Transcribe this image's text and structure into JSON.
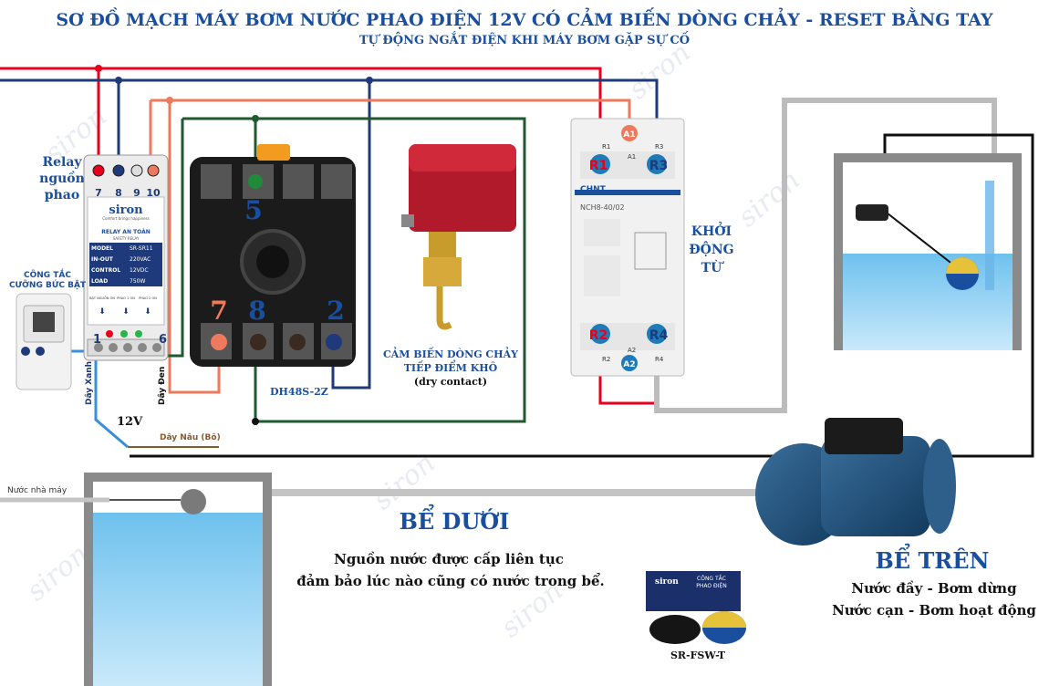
{
  "header": {
    "title": "SƠ ĐỒ MẠCH MÁY BƠM NƯỚC PHAO ĐIỆN 12V CÓ CẢM BIẾN DÒNG CHẢY - RESET BẰNG TAY",
    "subtitle": "TỰ ĐỘNG NGẮT ĐIỆN KHI MÁY BƠM GẶP SỰ CỐ"
  },
  "watermark": "siron",
  "relay": {
    "label_lines": [
      "Relay",
      "nguồn",
      "phao"
    ],
    "brand": "siron",
    "brand_sub": "Comfort brings happiness",
    "device_name": "RELAY AN TOÀN",
    "device_sub": "SAFETY RELAY",
    "spec_rows": [
      {
        "key": "MODEL",
        "value": "SR-SR11"
      },
      {
        "key": "IN-OUT",
        "value": "220VAC"
      },
      {
        "key": "CONTROL",
        "value": "12VDC"
      },
      {
        "key": "LOAD",
        "value": "750W"
      }
    ],
    "led_labels": [
      "BẬT NGUỒN ON",
      "PHAO 1 ON",
      "PHAO 2 ON"
    ],
    "top_terminals": [
      "7",
      "8",
      "9",
      "10"
    ],
    "bottom_left": "1",
    "bottom_right": "6"
  },
  "switch": {
    "label_line1": "CÔNG TẮC",
    "label_line2": "CƯỠNG BỨC BẬT"
  },
  "wire_labels": {
    "green_wire": "Dây Xanh",
    "black_wire": "Dây Đen",
    "voltage": "12V",
    "brown_wire": "Dây Nâu (Bô)"
  },
  "timer": {
    "model": "DH48S-2Z",
    "terminals": [
      "5",
      "7",
      "8",
      "2"
    ]
  },
  "flow_sensor": {
    "label_lines": [
      "CẢM BIẾN DÒNG CHẢY",
      "TIẾP ĐIỂM KHÔ",
      "(dry contact)"
    ]
  },
  "contactor": {
    "brand": "CHNT",
    "model": "NCH8-40/02",
    "terminals": {
      "r1_top": "R1",
      "r3_top": "R3",
      "a1": "A1",
      "r2_bottom": "R2",
      "r4_bottom": "R4",
      "a2": "A2"
    },
    "small_labels": {
      "r1": "R1",
      "r3": "R3",
      "a1": "A1",
      "r2": "R2",
      "r4": "R4",
      "a2": "A2"
    },
    "label_lines": [
      "KHỞI",
      "ĐỘNG",
      "TỪ"
    ]
  },
  "lower_tank": {
    "title": "BỂ DƯỚI",
    "desc_line1": "Nguồn nước được cấp liên tục",
    "desc_line2": "đảm bảo lúc nào cũng có nước trong bể.",
    "inlet_label": "Nước nhà máy"
  },
  "upper_tank": {
    "title": "BỂ TRÊN",
    "line1": "Nước đầy - Bơm dừng",
    "line2": "Nước cạn - Bơm hoạt động"
  },
  "product": {
    "brand": "siron",
    "box_title_1": "CÔNG TẮC",
    "box_title_2": "PHAO ĐIỆN",
    "caption": "SR-FSW-T"
  },
  "colors": {
    "title": "#1a4fa0",
    "red_wire": "#e8001c",
    "blue_wire": "#1f3a7a",
    "salmon_wire": "#ee7a5e",
    "green_wire": "#1e5a2e",
    "black_wire": "#111111",
    "water": "#8fcff0"
  }
}
